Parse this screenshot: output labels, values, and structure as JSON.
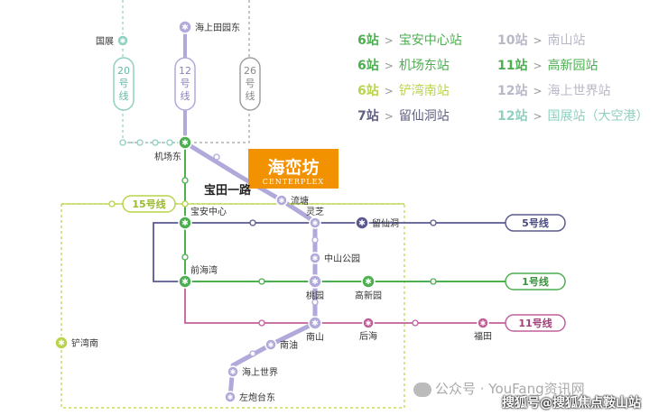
{
  "colors": {
    "line_green": "#4caf50",
    "line_purple": "#8080b0",
    "line_lilac": "#b0aadb",
    "line_pink": "#c0609a",
    "line_yellow": "#b8d44a",
    "line_teal": "#8fd0c0",
    "line_gray": "#a0a0a0",
    "brand_orange": "#f39200"
  },
  "brand": {
    "name": "海峦坊",
    "subtitle": "CENTERPLEX",
    "road": "宝田一路"
  },
  "stations": {
    "haishang_tianyuan_east": "海上田园东",
    "guozhan": "国展",
    "airport_east": "机场东",
    "liutang": "流塘",
    "baoan_center": "宝安中心",
    "lingzhi": "灵芝",
    "liuxiandong": "留仙洞",
    "zhongshan_park": "中山公园",
    "qianhaiwan": "前海湾",
    "taoyuan": "桃园",
    "gaoxinyuan": "高新园",
    "nanshan": "南山",
    "houhai": "后海",
    "futian": "福田",
    "chanwan_south": "铲湾南",
    "nanyou": "南油",
    "haishang_shijie": "海上世界",
    "zuopaotai_east": "左炮台东"
  },
  "lines": {
    "line20": [
      "20",
      "号",
      "线"
    ],
    "line12": [
      "12",
      "号",
      "线"
    ],
    "line26": [
      "26",
      "号",
      "线"
    ],
    "line15": "15号线",
    "line5": "5号线",
    "line1": "1号线",
    "line11": "11号线"
  },
  "legend": {
    "left": [
      {
        "count": "6站",
        "dest": "宝安中心站",
        "color": "#4caf50"
      },
      {
        "count": "6站",
        "dest": "机场东站",
        "color": "#4caf50"
      },
      {
        "count": "6站",
        "dest": "铲湾南站",
        "color": "#b8d44a"
      },
      {
        "count": "7站",
        "dest": "留仙洞站",
        "color": "#606080"
      }
    ],
    "right": [
      {
        "count": "10站",
        "dest": "南山站",
        "color": "#b8b8c8"
      },
      {
        "count": "11站",
        "dest": "高新园站",
        "color": "#4caf50"
      },
      {
        "count": "12站",
        "dest": "海上世界站",
        "color": "#b8b8c8"
      },
      {
        "count": "12站",
        "dest": "国展站（大空港）",
        "color": "#8fd0c0"
      }
    ],
    "arrow": ">"
  },
  "watermark": {
    "account": "公众号 · YouFang资讯网",
    "source": "搜狐号@搜狐焦点鞍山站"
  }
}
